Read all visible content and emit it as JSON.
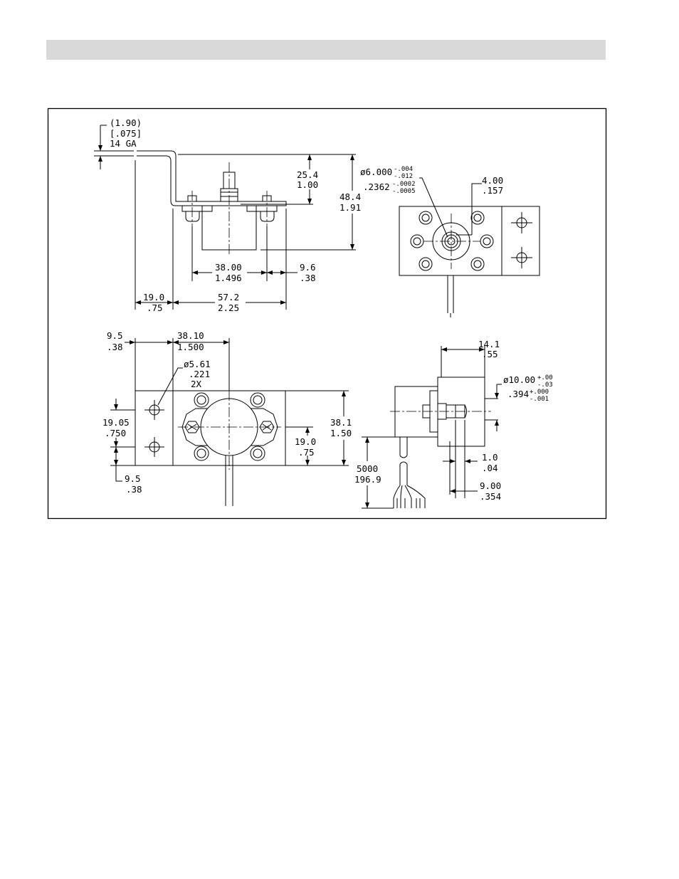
{
  "header": {
    "title": ""
  },
  "dims": {
    "thickness_mm": "(1.90)",
    "thickness_in": "[.075]",
    "gauge": "14 GA",
    "h25_mm": "25.4",
    "h25_in": "1.00",
    "h48_mm": "48.4",
    "h48_in": "1.91",
    "w38_mm": "38.00",
    "w38_in": "1.496",
    "w96_mm": "9.6",
    "w96_in": ".38",
    "w19_mm": "19.0",
    "w19_in": ".75",
    "w57_mm": "57.2",
    "w57_in": "2.25",
    "shaft_dia": "ø6.000",
    "shaft_tol_plus": "-.004",
    "shaft_tol_minus": "-.012",
    "shaft_in": ".2362",
    "shaft_in_tol_plus": "-.0002",
    "shaft_in_tol_minus": "-.0005",
    "flat_mm": "4.00",
    "flat_in": ".157",
    "b95_mm": "9.5",
    "b95_in": ".38",
    "b3810_mm": "38.10",
    "b3810_in": "1.500",
    "hole_dia": "ø5.61",
    "hole_in": ".221",
    "hole_count": "2X",
    "h1905_mm": "19.05",
    "h1905_in": ".750",
    "h381_mm": "38.1",
    "h381_in": "1.50",
    "h190_mm": "19.0",
    "h190_in": ".75",
    "bb95_mm": "9.5",
    "bb95_in": ".38",
    "s141_mm": "14.1",
    "s141_in": ".55",
    "pilot_dia": "ø10.00",
    "pilot_tol_plus": "+.00",
    "pilot_tol_minus": "-.03",
    "pilot_in": ".394",
    "pilot_in_tol_plus": "+.000",
    "pilot_in_tol_minus": "-.001",
    "s10_mm": "1.0",
    "s10_in": ".04",
    "s900_mm": "9.00",
    "s900_in": ".354",
    "cable_mm": "5000",
    "cable_in": "196.9"
  }
}
